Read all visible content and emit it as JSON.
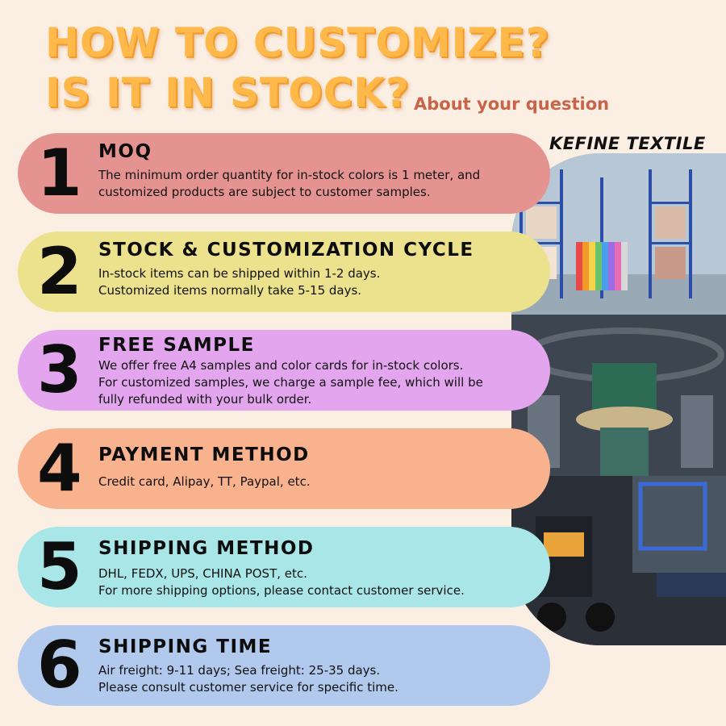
{
  "headline": {
    "line1": "HOW TO CUSTOMIZE?",
    "line2": "IS IT IN STOCK?",
    "subtitle": "About your question"
  },
  "brand": "KEFINE TEXTILE",
  "colors": {
    "background": "#fbeee2",
    "headline": "#ffb84a",
    "subtitle": "#c8644a"
  },
  "cards": [
    {
      "number": "1",
      "title": "MOQ",
      "color": "#e59391",
      "lines": [
        "The minimum order quantity for in-stock colors is 1 meter, and",
        "customized products are subject to customer samples."
      ]
    },
    {
      "number": "2",
      "title": "STOCK & CUSTOMIZATION CYCLE",
      "color": "#ece28e",
      "lines": [
        "In-stock items can be shipped within 1-2 days.",
        "Customized items normally take 5-15 days."
      ]
    },
    {
      "number": "3",
      "title": "FREE SAMPLE",
      "color": "#e3a6ee",
      "lines": [
        "We offer free A4 samples and color cards for in-stock colors.",
        "For customized samples, we charge a sample fee, which will be",
        "fully refunded with your bulk order."
      ]
    },
    {
      "number": "4",
      "title": "PAYMENT METHOD",
      "color": "#f9b28e",
      "lines": [
        "Credit card, Alipay, TT, Paypal, etc."
      ]
    },
    {
      "number": "5",
      "title": "SHIPPING METHOD",
      "color": "#a8e6e7",
      "lines": [
        "DHL, FEDX, UPS, CHINA POST, etc.",
        "For more shipping options, please contact customer service."
      ]
    },
    {
      "number": "6",
      "title": "SHIPPING TIME",
      "color": "#b1c9ec",
      "lines": [
        "Air freight: 9-11 days; Sea freight: 25-35 days.",
        "Please consult customer service for specific time."
      ]
    }
  ]
}
